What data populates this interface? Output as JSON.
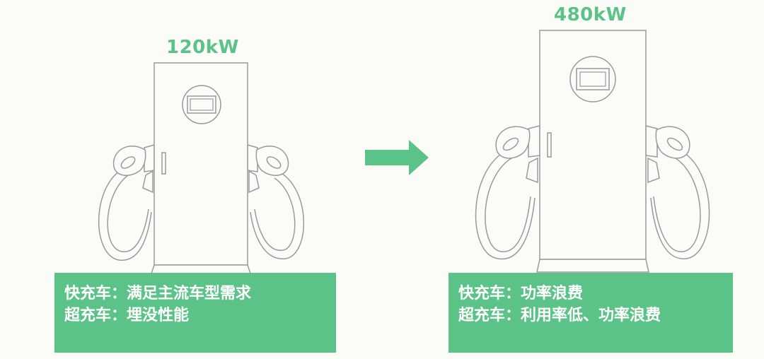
{
  "colors": {
    "accent": "#5cc388",
    "outline": "#9a9a9a",
    "background": "#fbfbf7"
  },
  "left_panel": {
    "power": "120kW",
    "lines": [
      {
        "label": "快充车",
        "separator": "：",
        "text": "满足主流车型需求"
      },
      {
        "label": "超充车",
        "separator": "：",
        "text": "埋没性能"
      }
    ]
  },
  "right_panel": {
    "power": "480kW",
    "lines": [
      {
        "label": "快充车",
        "separator": "：",
        "text": "功率浪费"
      },
      {
        "label": "超充车",
        "separator": "：",
        "text": "利用率低、功率浪费"
      }
    ]
  },
  "icons": {
    "left_charger": "charging-pile-icon",
    "right_charger": "charging-pile-icon",
    "arrow": "right-arrow-icon"
  }
}
